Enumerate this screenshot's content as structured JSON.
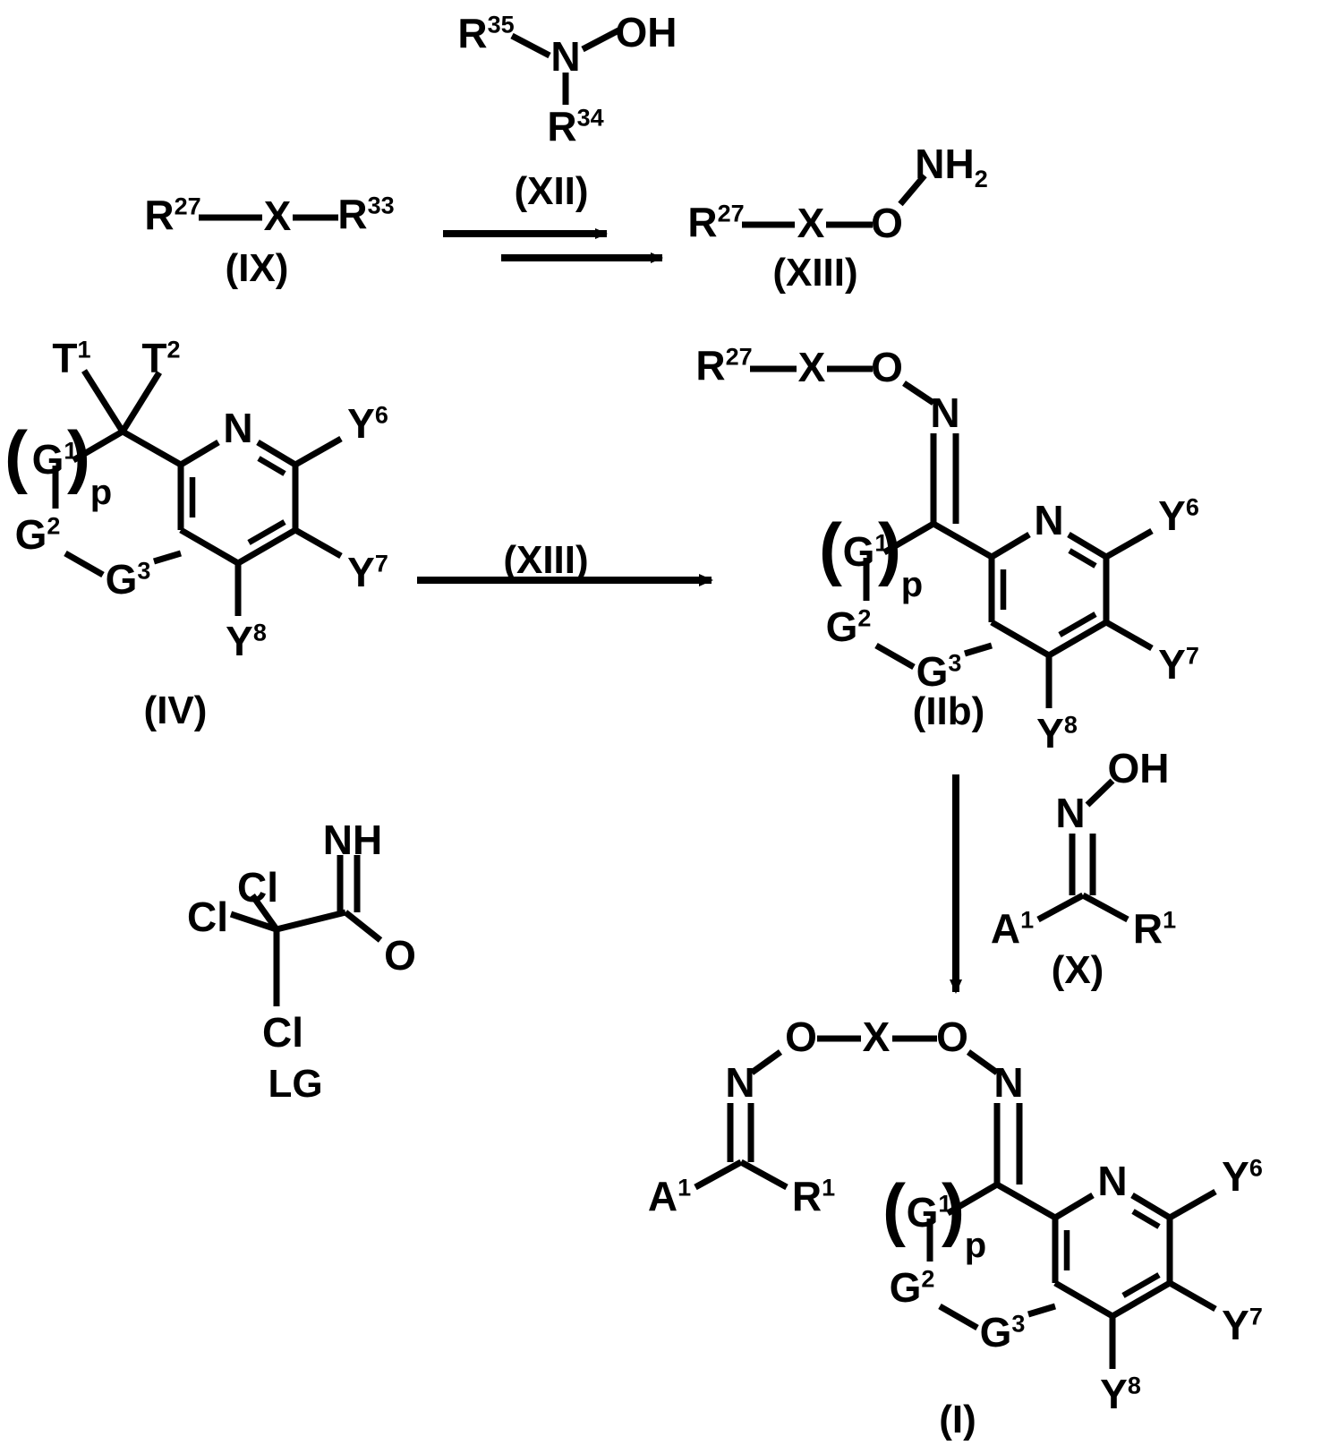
{
  "document": {
    "type": "chemical-reaction-scheme",
    "title": "Synthesis scheme for oxime ether compounds of formula (I)"
  },
  "reagents": {
    "hydroxylamine": {
      "r35": "R",
      "r35_sup": "35",
      "n": "N",
      "oh": "OH",
      "r34": "R",
      "r34_sup": "34",
      "tag": "(XII)"
    },
    "oxime_x": {
      "oh": "OH",
      "n": "N",
      "a1": "A",
      "a1_sup": "1",
      "r1": "R",
      "r1_sup": "1",
      "tag": "(X)"
    },
    "leaving_group": {
      "cl_top": "Cl",
      "cl_left": "Cl",
      "cl_bottom": "Cl",
      "nh": "NH",
      "o": "O",
      "label": "LG"
    }
  },
  "compounds": {
    "IX": {
      "tag": "(IX)",
      "r27": "R",
      "r27_sup": "27",
      "x": "X",
      "r33": "R",
      "r33_sup": "33"
    },
    "XIII": {
      "tag": "(XIII)",
      "r27": "R",
      "r27_sup": "27",
      "x": "X",
      "o": "O",
      "nh2": "NH",
      "nh2_sub": "2"
    },
    "IV": {
      "tag": "(IV)",
      "t1": "T",
      "t1_sup": "1",
      "t2": "T",
      "t2_sup": "2",
      "g1": "G",
      "g1_sup": "1",
      "g2": "G",
      "g2_sup": "2",
      "g3": "G",
      "g3_sup": "3",
      "p": "p",
      "paren_open": "(",
      "paren_close": ")",
      "n": "N",
      "y6": "Y",
      "y6_sup": "6",
      "y7": "Y",
      "y7_sup": "7",
      "y8": "Y",
      "y8_sup": "8"
    },
    "IIb": {
      "tag": "(IIb)",
      "r27": "R",
      "r27_sup": "27",
      "x": "X",
      "o": "O",
      "n_oxime": "N",
      "g1": "G",
      "g1_sup": "1",
      "g2": "G",
      "g2_sup": "2",
      "g3": "G",
      "g3_sup": "3",
      "p": "p",
      "paren_open": "(",
      "paren_close": ")",
      "n": "N",
      "y6": "Y",
      "y6_sup": "6",
      "y7": "Y",
      "y7_sup": "7",
      "y8": "Y",
      "y8_sup": "8"
    },
    "I": {
      "tag": "(I)",
      "o_left": "O",
      "x": "X",
      "o_right": "O",
      "n_left": "N",
      "n_right": "N",
      "a1": "A",
      "a1_sup": "1",
      "r1": "R",
      "r1_sup": "1",
      "g1": "G",
      "g1_sup": "1",
      "g2": "G",
      "g2_sup": "2",
      "g3": "G",
      "g3_sup": "3",
      "p": "p",
      "paren_open": "(",
      "paren_close": ")",
      "n": "N",
      "y6": "Y",
      "y6_sup": "6",
      "y7": "Y",
      "y7_sup": "7",
      "y8": "Y",
      "y8_sup": "8"
    }
  },
  "arrows": {
    "step1_label": "(XII)",
    "step2_label": "(XIII)",
    "step3_label": ""
  },
  "colors": {
    "ink": "#000000",
    "background": "#ffffff"
  }
}
